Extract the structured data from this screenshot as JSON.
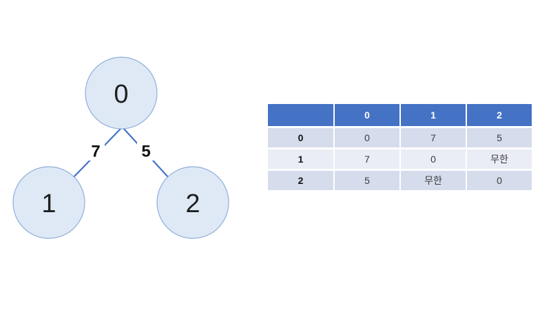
{
  "graph": {
    "nodes": [
      {
        "label": "0"
      },
      {
        "label": "1"
      },
      {
        "label": "2"
      }
    ],
    "edges": [
      {
        "from": "0",
        "to": "1",
        "weight": "7"
      },
      {
        "from": "0",
        "to": "2",
        "weight": "5"
      }
    ],
    "node_fill": "#DFE9F6",
    "node_border": "#8FAEDC",
    "edge_color": "#4472C4"
  },
  "table": {
    "corner_label": "",
    "col_headers": [
      "0",
      "1",
      "2"
    ],
    "rows": [
      {
        "header": "0",
        "cells": [
          "0",
          "7",
          "5"
        ]
      },
      {
        "header": "1",
        "cells": [
          "7",
          "0",
          "무한"
        ]
      },
      {
        "header": "2",
        "cells": [
          "5",
          "무한",
          "0"
        ]
      }
    ],
    "header_bg": "#4472C4",
    "header_text_color": "#ffffff",
    "band_dark": "#D5DCEC",
    "band_light": "#EAEDF5"
  }
}
